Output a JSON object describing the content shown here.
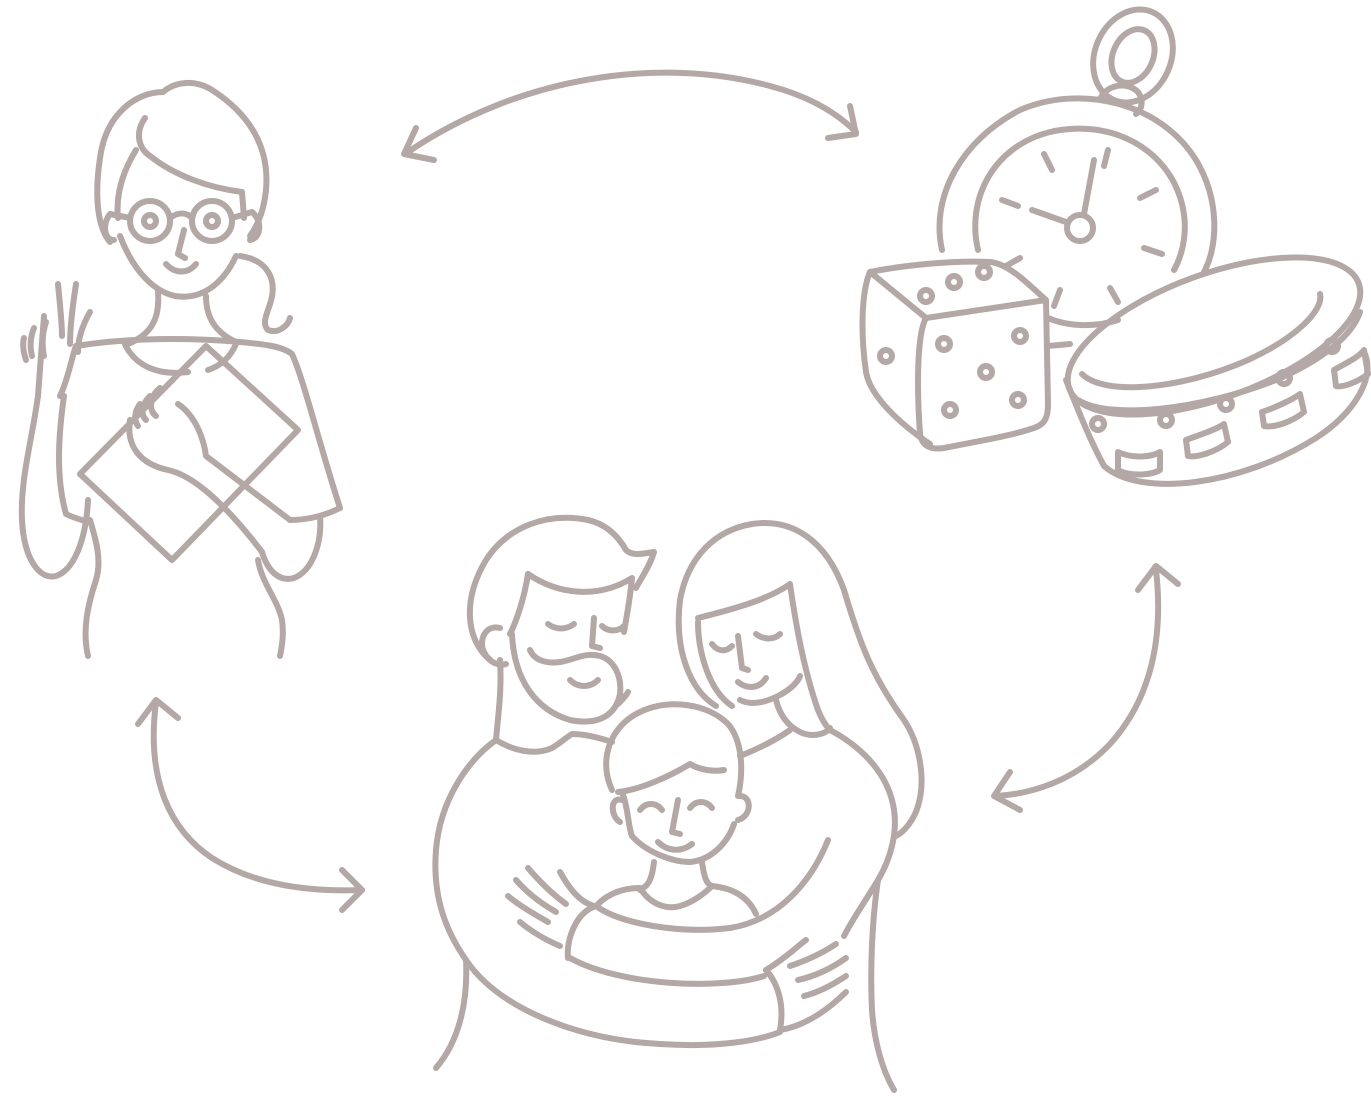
{
  "illustration": {
    "stroke_color": "#b3a8a6",
    "background_color": "#ffffff",
    "nodes": [
      {
        "id": "specialist",
        "icon": "woman-with-glasses-holding-paper-icon"
      },
      {
        "id": "games",
        "icon": "stopwatch-dice-tambourine-icon"
      },
      {
        "id": "family",
        "icon": "family-hug-icon"
      }
    ],
    "connections": [
      {
        "from": "specialist",
        "to": "games",
        "icon": "double-headed-arrow-icon"
      },
      {
        "from": "games",
        "to": "family",
        "icon": "double-headed-arrow-icon"
      },
      {
        "from": "family",
        "to": "specialist",
        "icon": "double-headed-arrow-icon"
      }
    ]
  }
}
